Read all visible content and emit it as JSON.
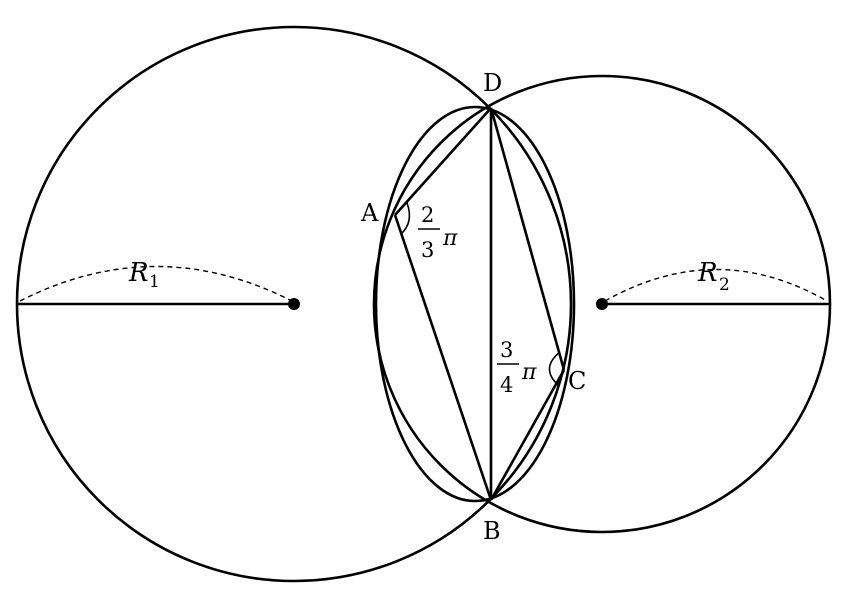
{
  "points": {
    "A": "A",
    "B": "B",
    "C": "C",
    "D": "D"
  },
  "radii": {
    "r1_main": "R",
    "r1_sub": "1",
    "r2_main": "R",
    "r2_sub": "2"
  },
  "angles": {
    "at_A": {
      "numerator": "2",
      "denominator": "3",
      "symbol": "π"
    },
    "at_C": {
      "numerator": "3",
      "denominator": "4",
      "symbol": "π"
    }
  }
}
